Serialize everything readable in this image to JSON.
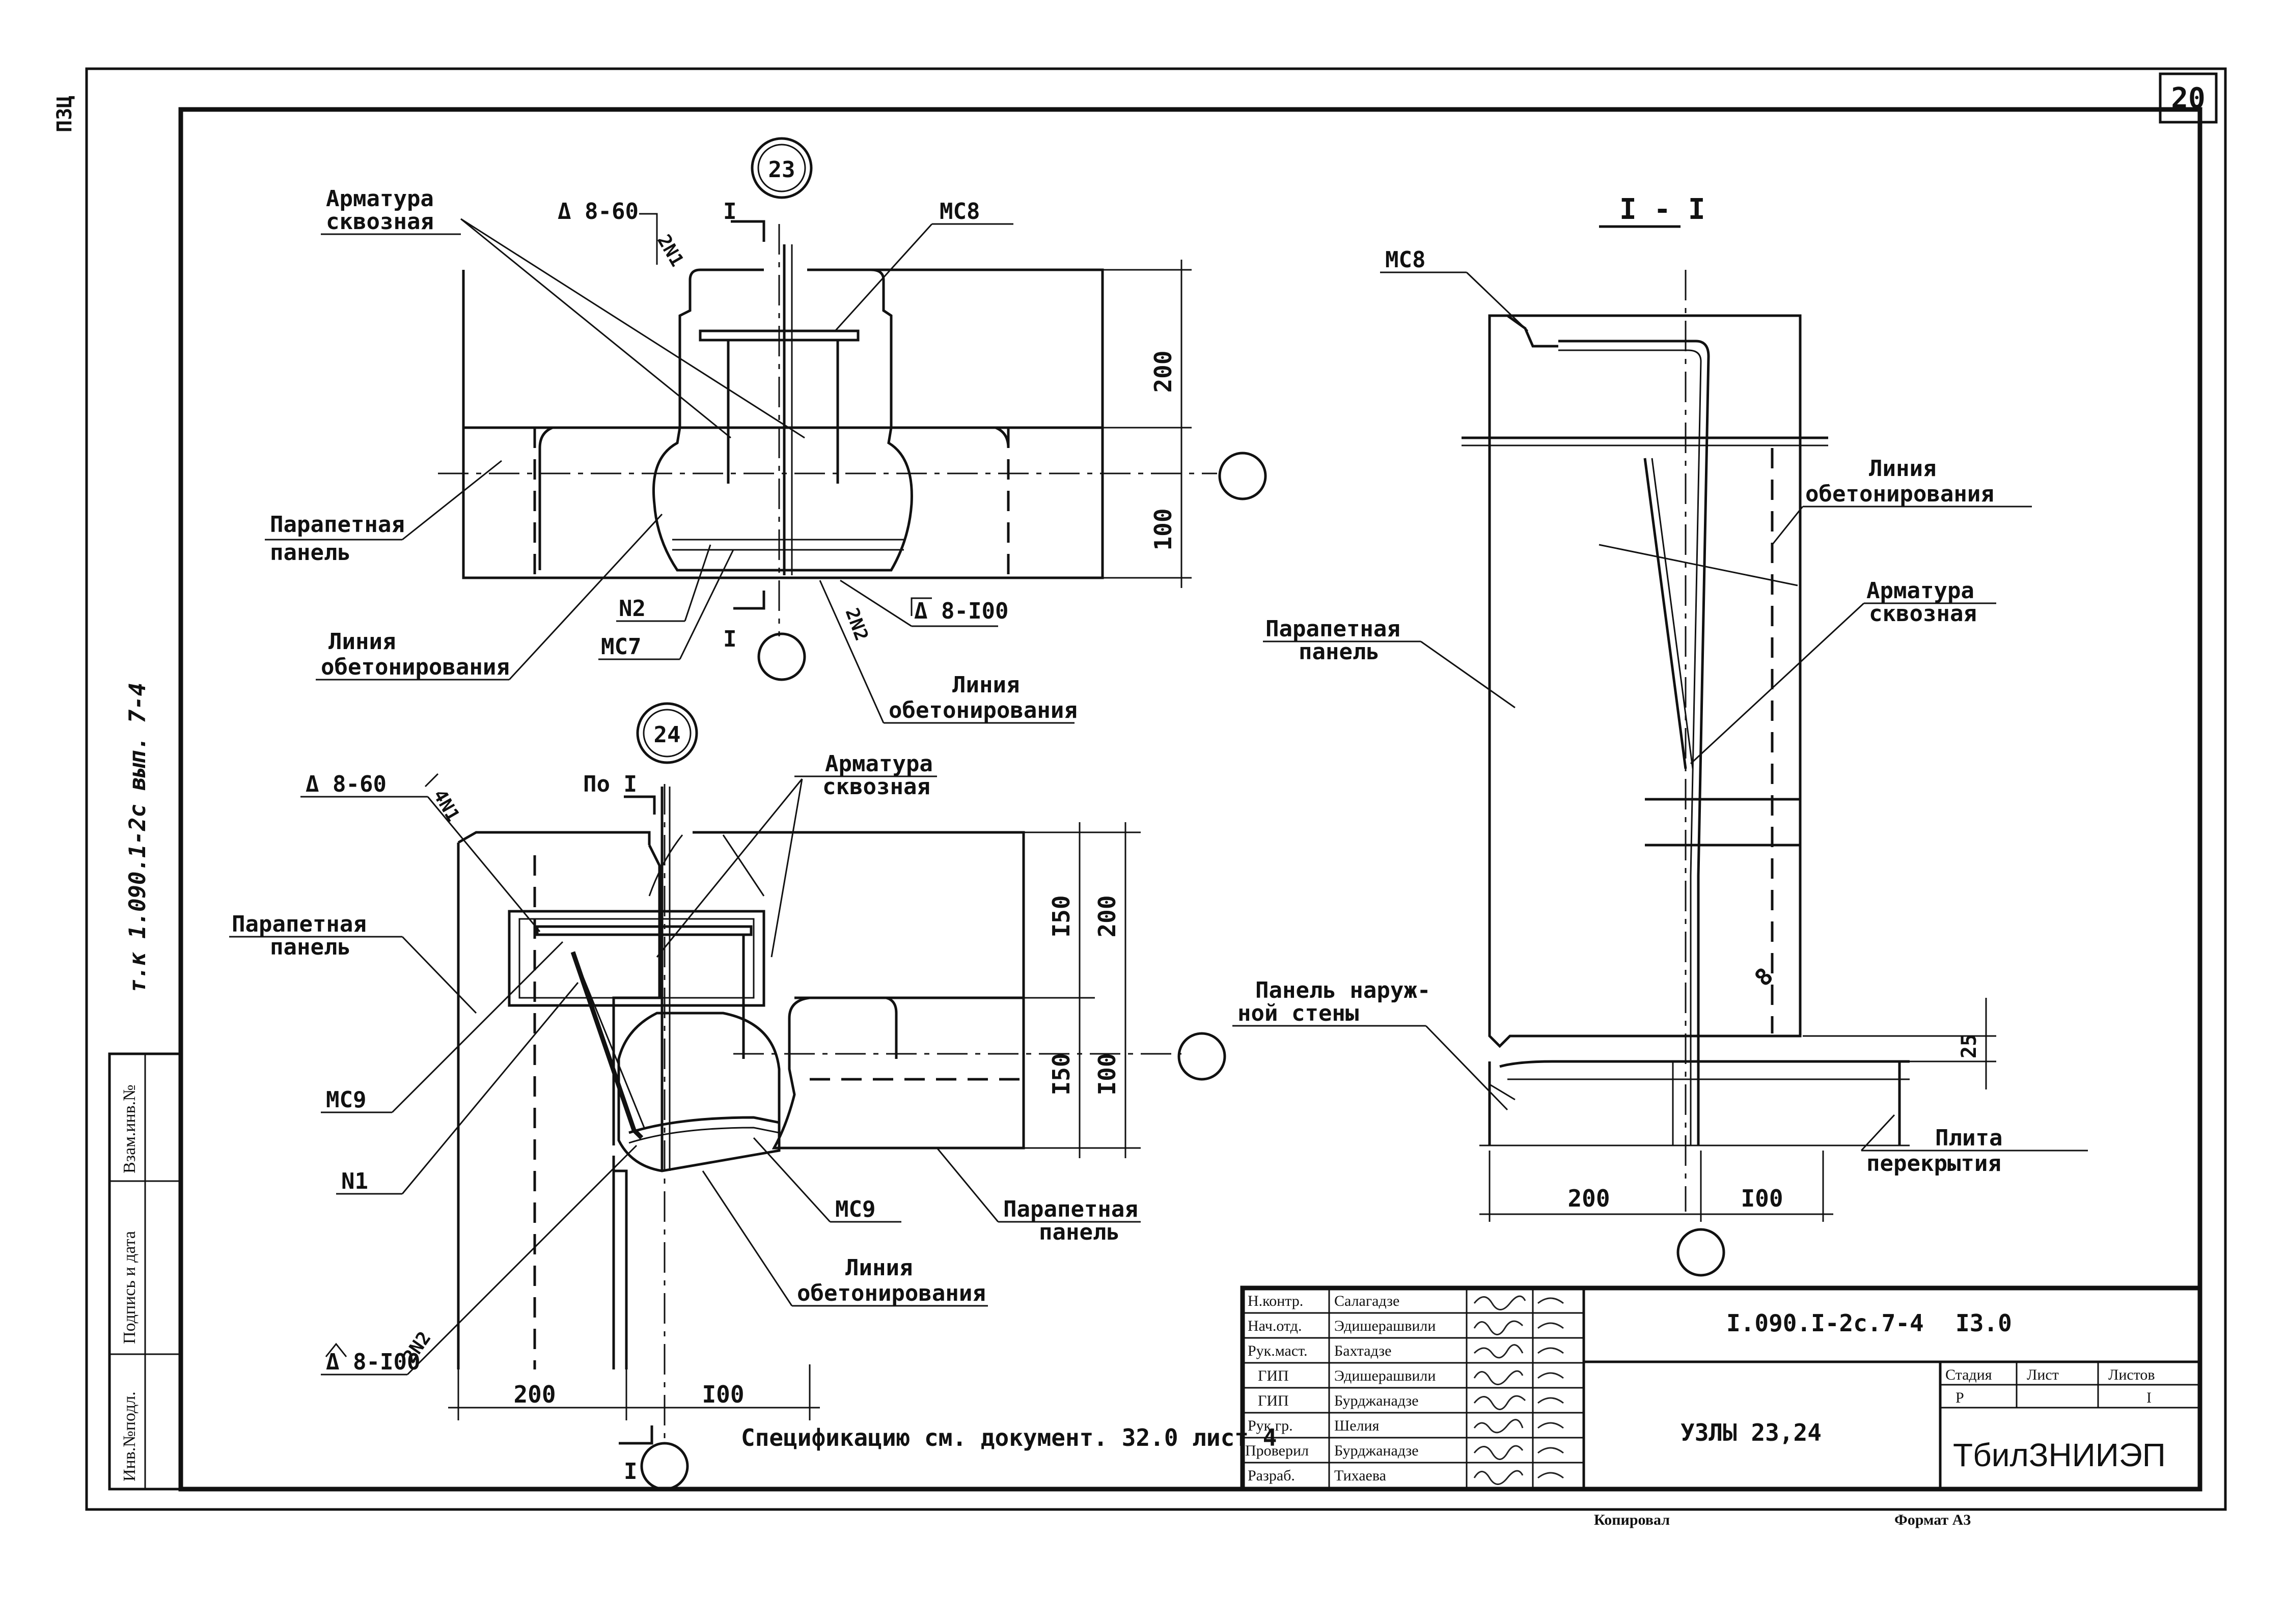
{
  "sheet": {
    "number": "20",
    "side_note": "т.к 1.090.1-2с вып. 7-4",
    "stamp_handwritten": "ПЗЦ"
  },
  "node23": {
    "callout": "23",
    "labels": {
      "rebar": [
        "Арматура",
        "сквозная"
      ],
      "weld_top": "Δ 8-60",
      "weld_top_mark": "2N1",
      "section": "I",
      "mc8": "МС8",
      "parapet": [
        "Парапетная",
        "панель"
      ],
      "n2": "N2",
      "mc7": "МС7",
      "weld_bot_mark": "2N2",
      "weld_bot": "Δ 8-I00",
      "concrete_left": [
        "Линия",
        "обетонирования"
      ],
      "concrete_right": [
        "Линия",
        "обетонирования"
      ]
    },
    "dims": [
      "200",
      "100"
    ]
  },
  "node24": {
    "callout": "24",
    "labels": {
      "weld_top": "Δ 8-60",
      "weld_top_mark": "4N1",
      "section": "По I",
      "rebar": [
        "Арматура",
        "сквозная"
      ],
      "parapet_left": [
        "Парапетная",
        "панель"
      ],
      "mc9_left": "МС9",
      "n1": "N1",
      "mc9_right": "МС9",
      "parapet_right": [
        "Парапетная",
        "панель"
      ],
      "concrete": [
        "Линия",
        "обетонирования"
      ],
      "weld_bot": "Δ 8-I00",
      "weld_bot_mark": "2N2",
      "section_bottom": "I"
    },
    "dims_vertical": [
      "I50",
      "200",
      "I50",
      "I00"
    ],
    "dims_horizontal": [
      "200",
      "I00"
    ]
  },
  "section_view": {
    "title": "I - I",
    "labels": {
      "mc8": "МС8",
      "concrete": [
        "Линия",
        "обетонирования"
      ],
      "rebar": [
        "Арматура",
        "сквозная"
      ],
      "parapet": [
        "Парапетная",
        "панель"
      ],
      "wall_panel": [
        "Панель наруж-",
        "ной стены"
      ],
      "slab": [
        "Плита",
        "перекрытия"
      ],
      "bar_mark": "8"
    },
    "dims": [
      "25",
      "200",
      "I00"
    ]
  },
  "spec_note": "Спецификацию см. документ. 32.0 лист 4",
  "title_block": {
    "roles": [
      "Н.контр.",
      "Нач.отд.",
      "Рук.маст.",
      "ГИП",
      "ГИП",
      "Рук.гр.",
      "Проверил",
      "Разраб."
    ],
    "names": [
      "Салагадзе",
      "Эдишерашвили",
      "Бахтадзе",
      "Эдишерашвили",
      "Бурджанадзе",
      "Шелия",
      "Бурджанадзе",
      "Тихаева"
    ],
    "doc_code": "I.090.I-2с.7-4",
    "doc_num": "I3.0",
    "title": "УЗЛЫ 23,24",
    "stage_header": [
      "Стадия",
      "Лист",
      "Листов"
    ],
    "stage_values": [
      "Р",
      "",
      "I"
    ],
    "org": "ТбилЗНИИЭП",
    "copied": "Копировал",
    "format": "Формат А3"
  },
  "left_strip": [
    "Инв.№подл.",
    "Подпись и дата",
    "Взам.инв.№"
  ]
}
